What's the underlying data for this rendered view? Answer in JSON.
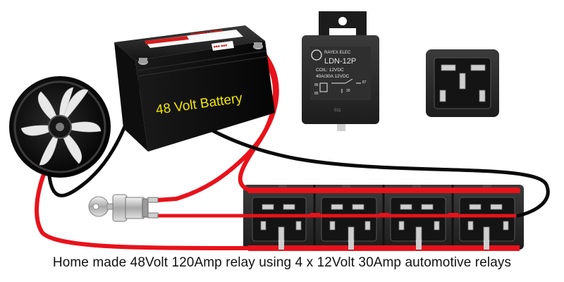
{
  "battery": {
    "label": "48 Volt Battery",
    "top_sticker": "■■■■■■■■ ■ ■■■■■■■",
    "small_label": "■■■ ■■■",
    "label_color": "#f2e600"
  },
  "relay_front": {
    "brand": "RAYEX ELEC",
    "model": "LDN-12P",
    "coil": "COIL:  12VDC",
    "rating": "40A/30A  12VDC",
    "pin_87": "87",
    "pin_30": "30",
    "pin_86": "86",
    "pin_85": "85",
    "code": "011"
  },
  "caption": "Home made 48Volt 120Amp relay using 4 x 12Volt 30Amp automotive relays",
  "colors": {
    "wire_red": "#e8121b",
    "wire_black": "#0a0a0a",
    "relay_body": "#2a2a2a",
    "terminal": "#c9c9c9"
  },
  "icons": {
    "motor": "cooling-fan-motor-icon",
    "key_switch": "key-switch-icon",
    "relay_bank": "relay-bank-icon"
  }
}
